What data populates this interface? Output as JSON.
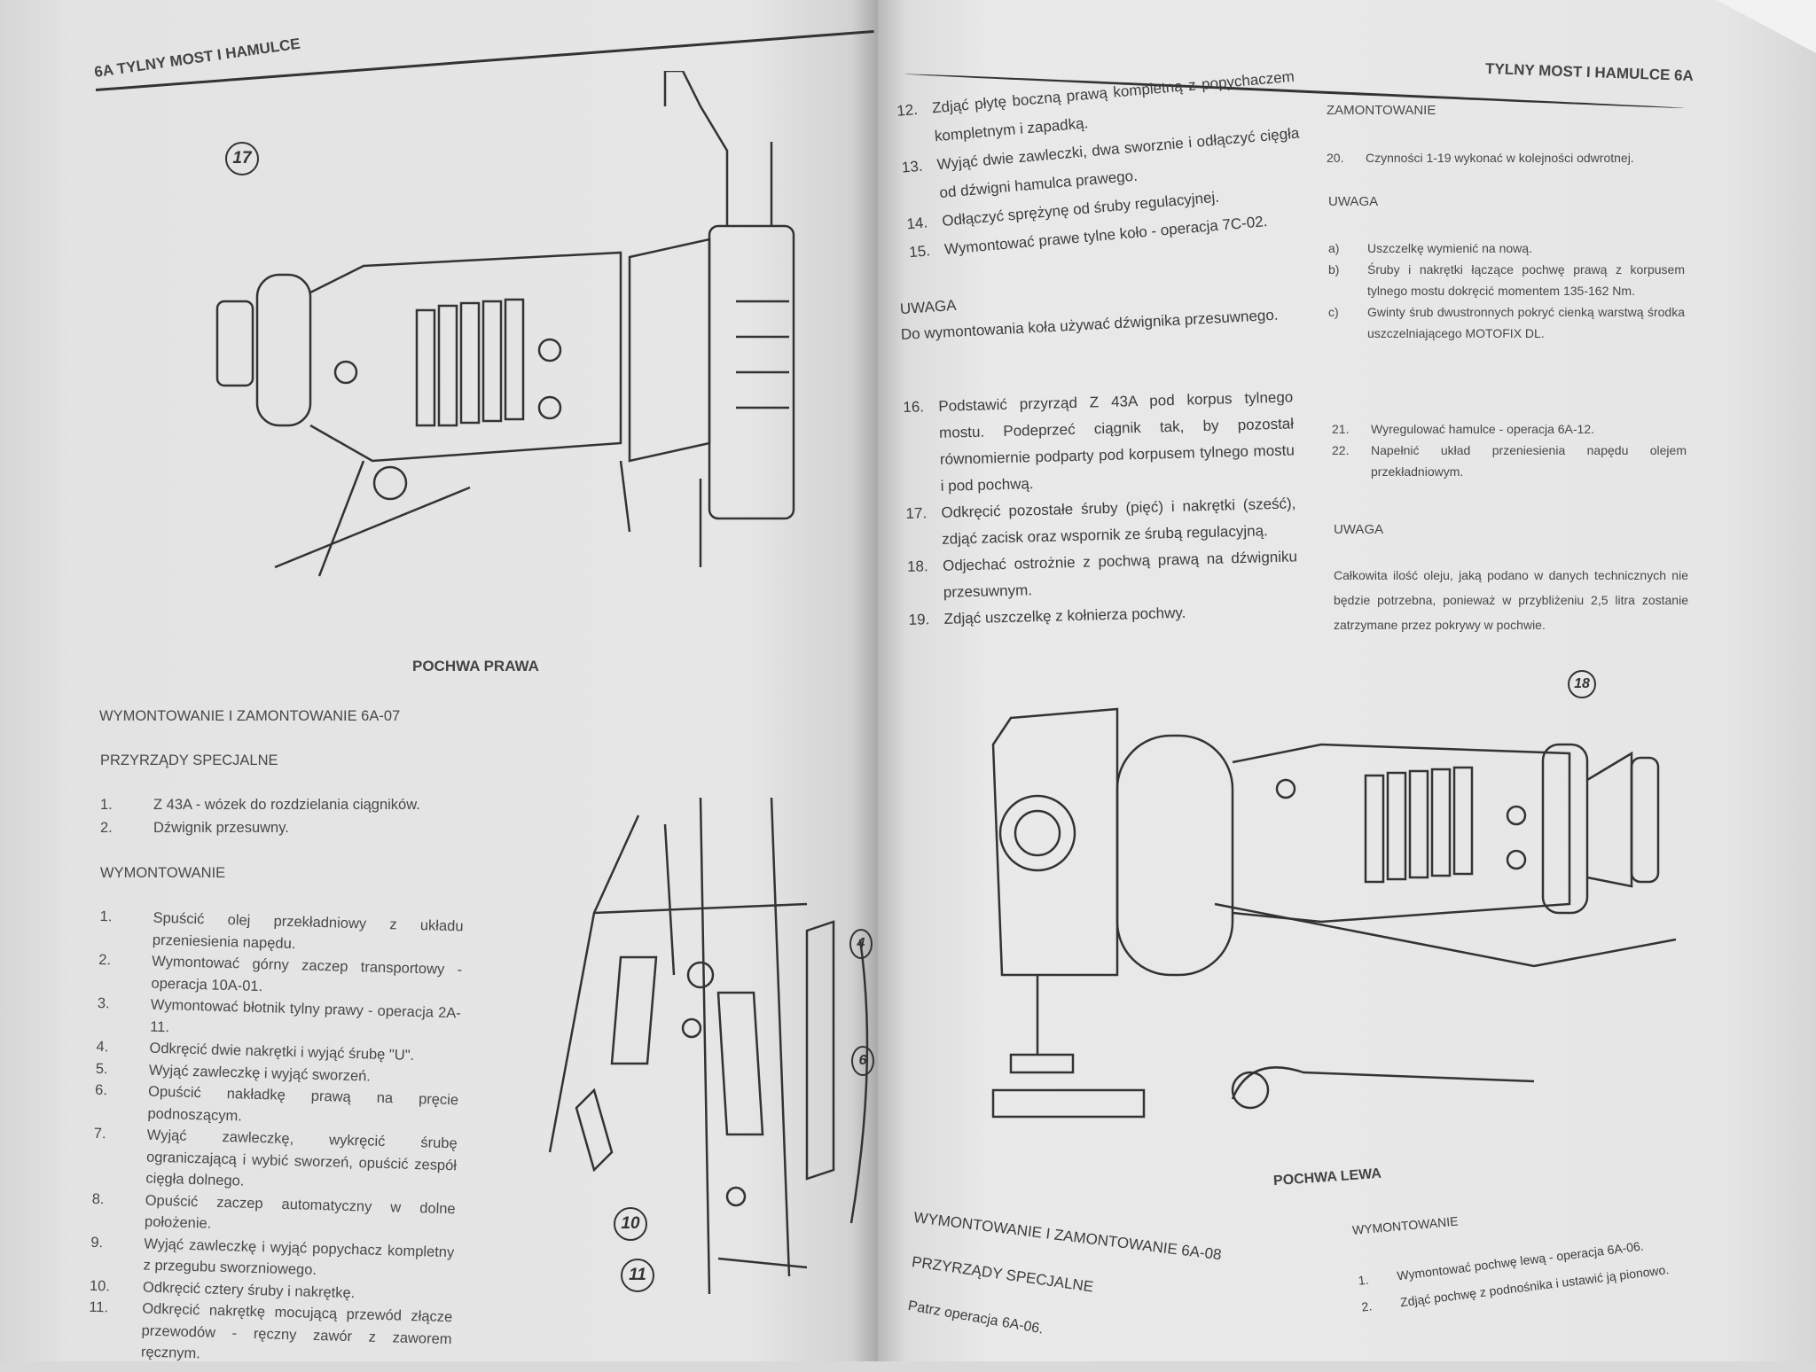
{
  "left_page": {
    "header": "6A  TYLNY MOST I HAMULCE",
    "figure_17": "17",
    "figure_17_caption": "POCHWA PRAWA",
    "section_title": "WYMONTOWANIE I ZAMONTOWANIE  6A-07",
    "tools_heading": "PRZYRZĄDY SPECJALNE",
    "tools": [
      {
        "n": "1.",
        "text": "Z 43A - wózek do rozdzielania ciągników."
      },
      {
        "n": "2.",
        "text": "Dźwignik przesuwny."
      }
    ],
    "removal_heading": "WYMONTOWANIE",
    "steps": [
      {
        "n": "1.",
        "text": "Spuścić olej przekładniowy z układu przeniesienia napędu."
      },
      {
        "n": "2.",
        "text": "Wymontować górny zaczep transportowy - operacja 10A-01."
      },
      {
        "n": "3.",
        "text": "Wymontować błotnik tylny prawy - operacja 2A-11."
      },
      {
        "n": "4.",
        "text": "Odkręcić dwie nakrętki i wyjąć śrubę \"U\"."
      },
      {
        "n": "5.",
        "text": "Wyjąć zawleczkę i wyjąć sworzeń."
      },
      {
        "n": "6.",
        "text": "Opuścić nakładkę prawą na pręcie podnoszącym."
      },
      {
        "n": "7.",
        "text": "Wyjąć zawleczkę, wykręcić śrubę ograniczającą i wybić sworzeń, opuścić zespół cięgła dolnego."
      },
      {
        "n": "8.",
        "text": "Opuścić zaczep automatyczny w dolne położenie."
      },
      {
        "n": "9.",
        "text": "Wyjąć zawleczkę i wyjąć popychacz kompletny z przegubu sworzniowego."
      },
      {
        "n": "10.",
        "text": "Odkręcić cztery śruby i nakrętkę."
      },
      {
        "n": "11.",
        "text": "Odkręcić nakrętkę mocującą przewód złącze przewodów - ręczny zawór z zaworem ręcznym."
      }
    ],
    "figure_labels": [
      "4",
      "6",
      "10",
      "11"
    ]
  },
  "right_page": {
    "header": "TYLNY MOST I HAMULCE 6A",
    "steps": [
      {
        "n": "12.",
        "text": "Zdjąć płytę boczną prawą kompletną z popychaczem kompletnym i zapadką."
      },
      {
        "n": "13.",
        "text": "Wyjąć dwie zawleczki, dwa sworznie i odłączyć cięgła od dźwigni hamulca prawego."
      },
      {
        "n": "14.",
        "text": "Odłączyć sprężynę od śruby regulacyjnej."
      },
      {
        "n": "15.",
        "text": "Wymontować prawe tylne koło - operacja 7C-02."
      }
    ],
    "note1_heading": "UWAGA",
    "note1_text": "Do wymontowania koła używać dźwignika przesuwnego.",
    "steps2": [
      {
        "n": "16.",
        "text": "Podstawić przyrząd Z 43A pod korpus tylnego mostu. Podeprzeć ciągnik tak, by pozostał równomiernie podparty pod korpusem tylnego mostu i pod pochwą."
      },
      {
        "n": "17.",
        "text": "Odkręcić pozostałe śruby (pięć) i nakrętki (sześć), zdjąć zacisk oraz wspornik ze śrubą regulacyjną."
      },
      {
        "n": "18.",
        "text": "Odjechać ostrożnie z pochwą prawą na dźwigniku przesuwnym."
      },
      {
        "n": "19.",
        "text": "Zdjąć uszczelkę z kołnierza pochwy."
      }
    ],
    "install_heading": "ZAMONTOWANIE",
    "install_step": {
      "n": "20.",
      "text": "Czynności 1-19 wykonać w kolejności odwrotnej."
    },
    "note2_heading": "UWAGA",
    "note2_items": [
      {
        "n": "a)",
        "text": "Uszczelkę wymienić na nową."
      },
      {
        "n": "b)",
        "text": "Śruby i nakrętki łączące pochwę prawą z korpusem tylnego mostu dokręcić momentem 135-162 Nm."
      },
      {
        "n": "c)",
        "text": "Gwinty śrub dwustronnych pokryć cienką warstwą środka uszczelniającego MOTOFIX DL."
      }
    ],
    "install_steps2": [
      {
        "n": "21.",
        "text": "Wyregulować hamulce - operacja 6A-12."
      },
      {
        "n": "22.",
        "text": "Napełnić układ przeniesienia napędu olejem przekładniowym."
      }
    ],
    "note3_heading": "UWAGA",
    "note3_text": "Całkowita ilość oleju, jaką podano w danych technicznych nie będzie potrzebna, ponieważ w przybliżeniu 2,5 litra zostanie zatrzymane przez pokrywy w pochwie.",
    "figure_18": "18",
    "figure_18_caption": "POCHWA LEWA",
    "section2_title": "WYMONTOWANIE I ZAMONTOWANIE  6A-08",
    "tools2_heading": "PRZYRZĄDY SPECJALNE",
    "tools2_text": "Patrz operacja 6A-06.",
    "removal2_heading": "WYMONTOWANIE",
    "removal2_steps": [
      {
        "n": "1.",
        "text": "Wymontować pochwę lewą - operacja 6A-06."
      },
      {
        "n": "2.",
        "text": "Zdjąć pochwę z podnośnika i ustawić ją pionowo."
      }
    ]
  }
}
